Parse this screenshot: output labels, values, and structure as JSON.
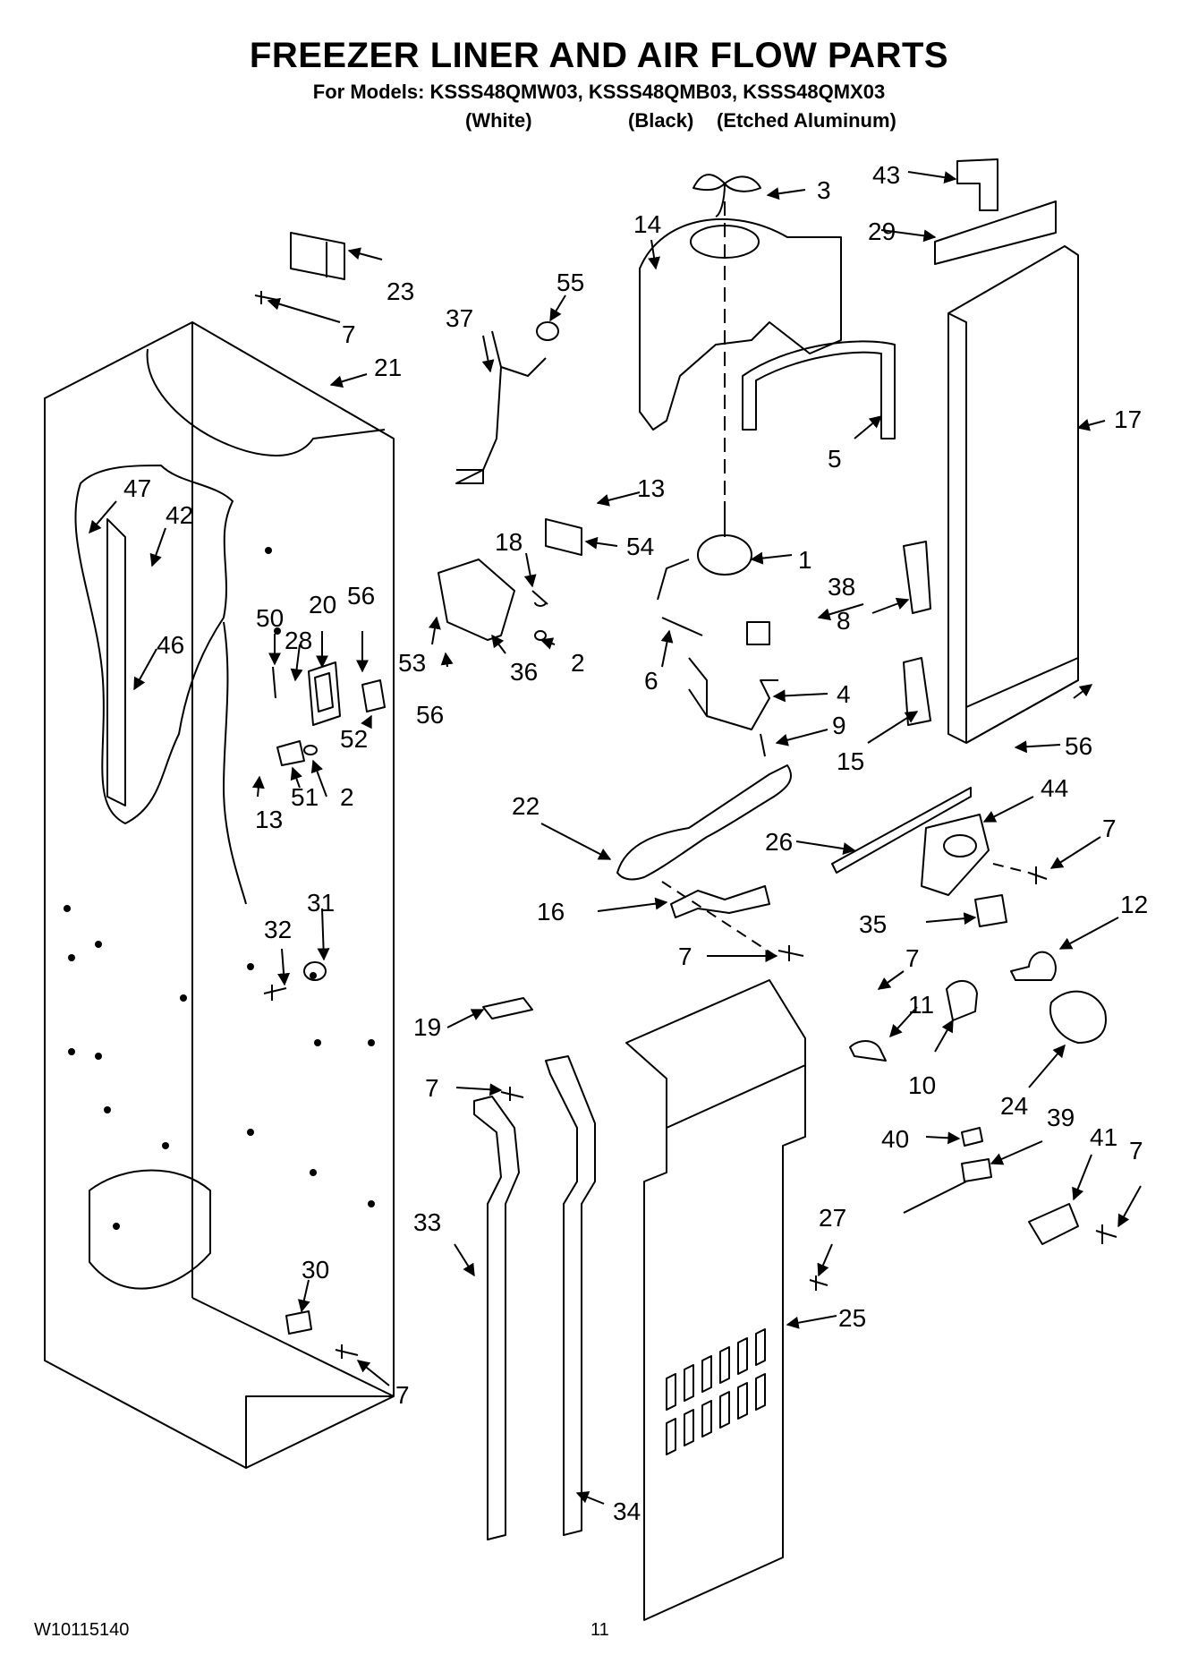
{
  "header": {
    "title": "FREEZER LINER AND AIR FLOW PARTS",
    "models_line": "For Models: KSSS48QMW03, KSSS48QMB03, KSSS48QMX03",
    "colors": [
      "(White)",
      "(Black)",
      "(Etched Aluminum)"
    ]
  },
  "callouts": [
    {
      "id": "c43",
      "label": "43"
    },
    {
      "id": "c3",
      "label": "3"
    },
    {
      "id": "c29",
      "label": "29"
    },
    {
      "id": "c14",
      "label": "14"
    },
    {
      "id": "c55",
      "label": "55"
    },
    {
      "id": "c23",
      "label": "23"
    },
    {
      "id": "c37",
      "label": "37"
    },
    {
      "id": "c7a",
      "label": "7"
    },
    {
      "id": "c21",
      "label": "21"
    },
    {
      "id": "c17",
      "label": "17"
    },
    {
      "id": "c5",
      "label": "5"
    },
    {
      "id": "c47",
      "label": "47"
    },
    {
      "id": "c42",
      "label": "42"
    },
    {
      "id": "c13a",
      "label": "13"
    },
    {
      "id": "c18",
      "label": "18"
    },
    {
      "id": "c54",
      "label": "54"
    },
    {
      "id": "c1",
      "label": "1"
    },
    {
      "id": "c38",
      "label": "38"
    },
    {
      "id": "c8",
      "label": "8"
    },
    {
      "id": "c50",
      "label": "50"
    },
    {
      "id": "c20",
      "label": "20"
    },
    {
      "id": "c56a",
      "label": "56"
    },
    {
      "id": "c28",
      "label": "28"
    },
    {
      "id": "c46",
      "label": "46"
    },
    {
      "id": "c53",
      "label": "53"
    },
    {
      "id": "c2a",
      "label": "2"
    },
    {
      "id": "c36",
      "label": "36"
    },
    {
      "id": "c6",
      "label": "6"
    },
    {
      "id": "c4",
      "label": "4"
    },
    {
      "id": "c56b",
      "label": "56"
    },
    {
      "id": "c52",
      "label": "52"
    },
    {
      "id": "c9",
      "label": "9"
    },
    {
      "id": "c15",
      "label": "15"
    },
    {
      "id": "c56c",
      "label": "56"
    },
    {
      "id": "c51",
      "label": "51"
    },
    {
      "id": "c2b",
      "label": "2"
    },
    {
      "id": "c13b",
      "label": "13"
    },
    {
      "id": "c22",
      "label": "22"
    },
    {
      "id": "c44",
      "label": "44"
    },
    {
      "id": "c26",
      "label": "26"
    },
    {
      "id": "c7b",
      "label": "7"
    },
    {
      "id": "c31",
      "label": "31"
    },
    {
      "id": "c16",
      "label": "16"
    },
    {
      "id": "c12",
      "label": "12"
    },
    {
      "id": "c32",
      "label": "32"
    },
    {
      "id": "c35",
      "label": "35"
    },
    {
      "id": "c7c",
      "label": "7"
    },
    {
      "id": "c7d",
      "label": "7"
    },
    {
      "id": "c11",
      "label": "11"
    },
    {
      "id": "c19",
      "label": "19"
    },
    {
      "id": "c7e",
      "label": "7"
    },
    {
      "id": "c10",
      "label": "10"
    },
    {
      "id": "c24",
      "label": "24"
    },
    {
      "id": "c39",
      "label": "39"
    },
    {
      "id": "c41",
      "label": "41"
    },
    {
      "id": "c40",
      "label": "40"
    },
    {
      "id": "c7f",
      "label": "7"
    },
    {
      "id": "c33",
      "label": "33"
    },
    {
      "id": "c27",
      "label": "27"
    },
    {
      "id": "c30",
      "label": "30"
    },
    {
      "id": "c25",
      "label": "25"
    },
    {
      "id": "c7g",
      "label": "7"
    },
    {
      "id": "c34",
      "label": "34"
    }
  ],
  "footer": {
    "doc_number": "W10115140",
    "page_number": "11"
  }
}
